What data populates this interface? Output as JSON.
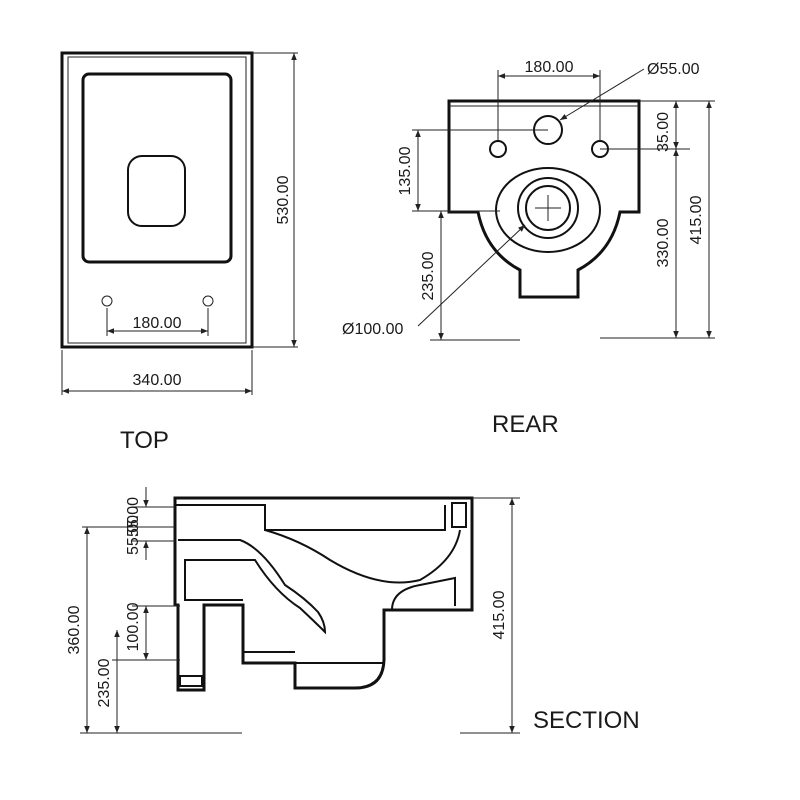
{
  "views": {
    "top": {
      "label": "TOP",
      "dims": {
        "width": "340.00",
        "depth": "530.00",
        "hole_spacing": "180.00"
      }
    },
    "rear": {
      "label": "REAR",
      "dims": {
        "hole_spacing": "180.00",
        "inlet_diameter": "Ø55.00",
        "outlet_diameter": "Ø100.00",
        "inlet_to_outlet": "135.00",
        "outlet_height": "235.00",
        "top_offset": "35.00",
        "fixing_height": "330.00",
        "total_height": "415.00"
      }
    },
    "section": {
      "label": "SECTION",
      "dims": {
        "top_a": "55.00",
        "top_b": "55.00",
        "outlet_size": "100.00",
        "seat_height": "360.00",
        "outlet_height": "235.00",
        "total_height": "415.00"
      }
    }
  }
}
